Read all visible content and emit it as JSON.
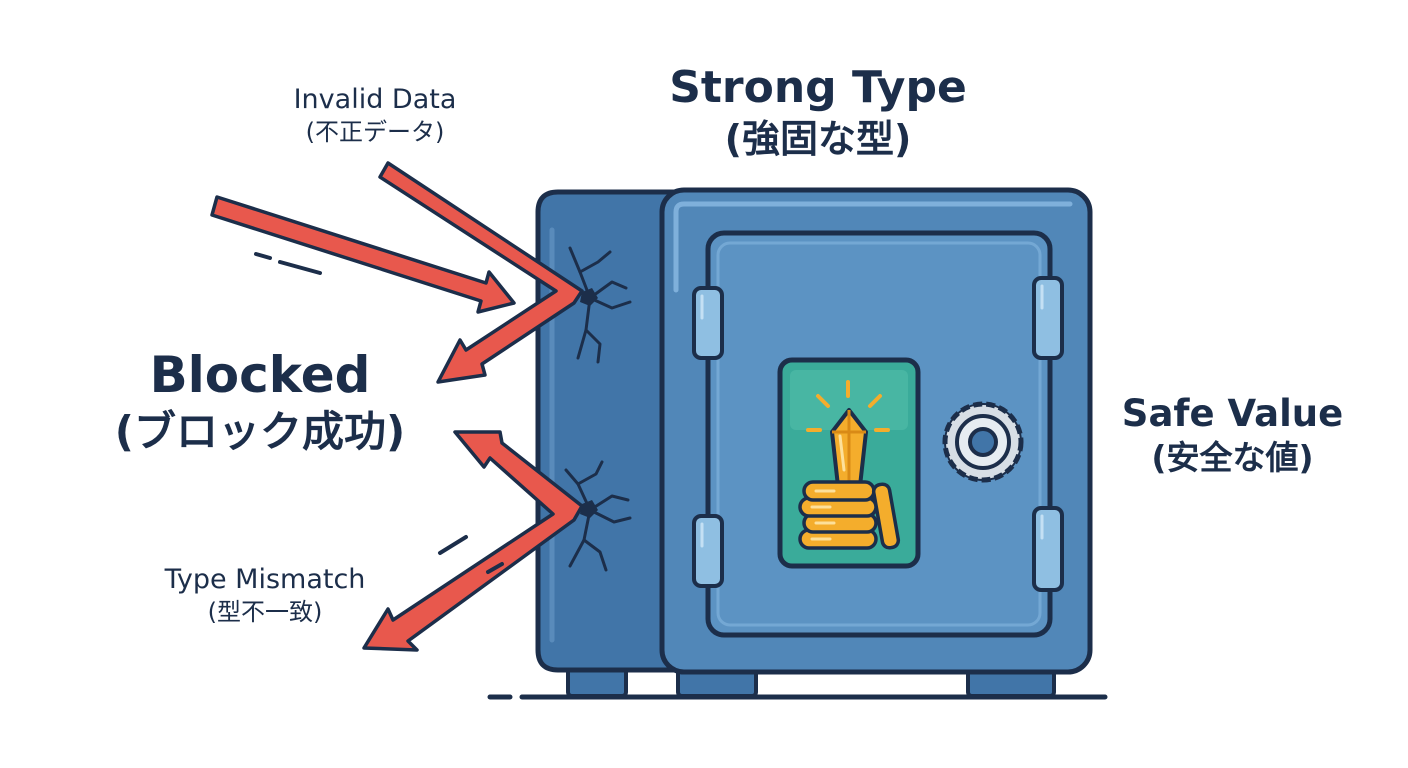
{
  "labels": {
    "strong_type": {
      "en": "Strong Type",
      "jp": "(強固な型)"
    },
    "invalid_data": {
      "en": "Invalid Data",
      "jp": "(不正データ)"
    },
    "blocked": {
      "en": "Blocked",
      "jp": "(ブロック成功)"
    },
    "type_mismatch": {
      "en": "Type Mismatch",
      "jp": "(型不一致)"
    },
    "safe_value": {
      "en": "Safe Value",
      "jp": "(安全な値)"
    }
  },
  "colors": {
    "outline": "#1c2e4a",
    "safe_body": "#5187b8",
    "safe_side": "#4175a8",
    "door_panel": "#5c93c3",
    "arrow": "#e8584d",
    "window_bg": "#3aab9a",
    "gold": "#f4ad2c"
  },
  "icons": [
    "safe-icon",
    "crack-icon",
    "gem-icon",
    "coin-stack-icon",
    "combination-dial-icon",
    "hinge-icon"
  ]
}
